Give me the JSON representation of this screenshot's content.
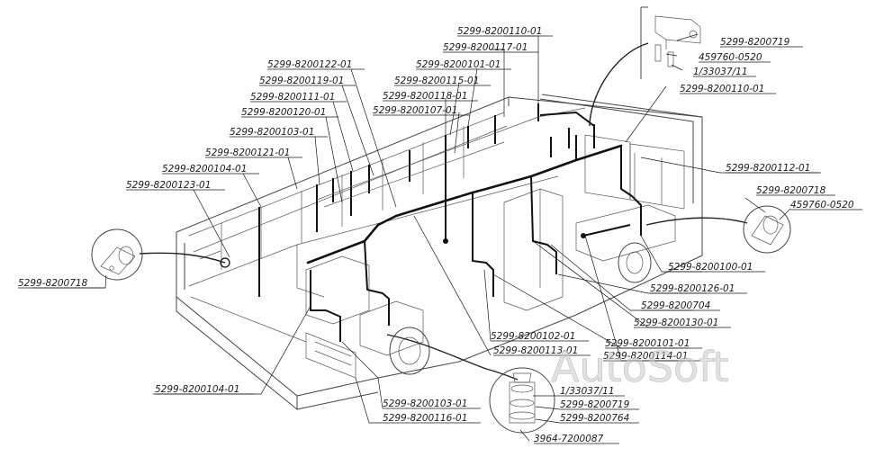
{
  "watermark": "AutoSoft",
  "labels": {
    "l01": "5299-8200110-01",
    "l02": "5299-8200117-01",
    "l03": "5299-8200122-01",
    "l04": "5299-8200101-01",
    "l05": "5299-8200119-01",
    "l06": "5299-8200115-01",
    "l07": "5299-8200111-01",
    "l08": "5299-8200118-01",
    "l09": "5299-8200120-01",
    "l10": "5299-8200107-01",
    "l11": "5299-8200103-01",
    "l12": "5299-8200121-01",
    "l13": "5299-8200104-01",
    "l14": "5299-8200123-01",
    "l15": "5299-8200718",
    "l16": "5299-8200104-01",
    "l17": "5299-8200719",
    "l18": "459760-0520",
    "l19": "1/33037/11",
    "l20": "5299-8200110-01",
    "l21": "5299-8200112-01",
    "l22": "5299-8200718",
    "l23": "459760-0520",
    "l24": "5299-8200100-01",
    "l25": "5299-8200126-01",
    "l26": "5299-8200704",
    "l27": "5299-8200130-01",
    "l28": "5299-8200102-01",
    "l29": "5299-8200101-01",
    "l30": "5299-8200113-01",
    "l31": "5299-8200114-01",
    "l32": "5299-8200103-01",
    "l33": "5299-8200116-01",
    "l34": "1/33037/11",
    "l35": "5299-8200719",
    "l36": "5299-8200764",
    "l37": "3964-7200087"
  }
}
